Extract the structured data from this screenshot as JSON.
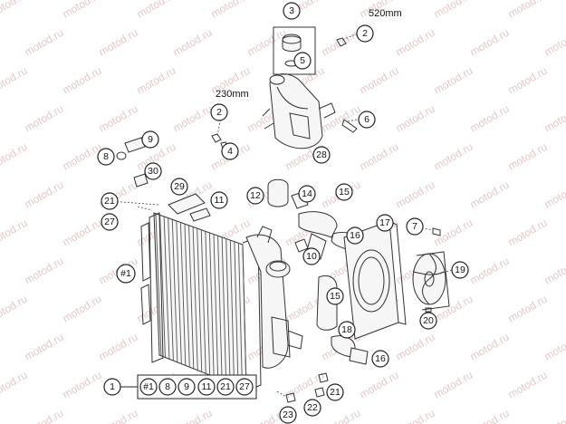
{
  "watermark": "motod.ru",
  "dimensions": {
    "hose_long": "520mm",
    "hose_short": "230mm"
  },
  "callouts": [
    "3",
    "2",
    "5",
    "2",
    "6",
    "4",
    "9",
    "8",
    "28",
    "30",
    "29",
    "11",
    "12",
    "14",
    "15",
    "21",
    "27",
    "17",
    "7",
    "16",
    "10",
    "19",
    "#1",
    "15",
    "18",
    "20",
    "16",
    "21",
    "22",
    "23"
  ],
  "legend": {
    "ref": "1",
    "items": [
      "#1",
      "8",
      "9",
      "11",
      "21",
      "27"
    ]
  }
}
